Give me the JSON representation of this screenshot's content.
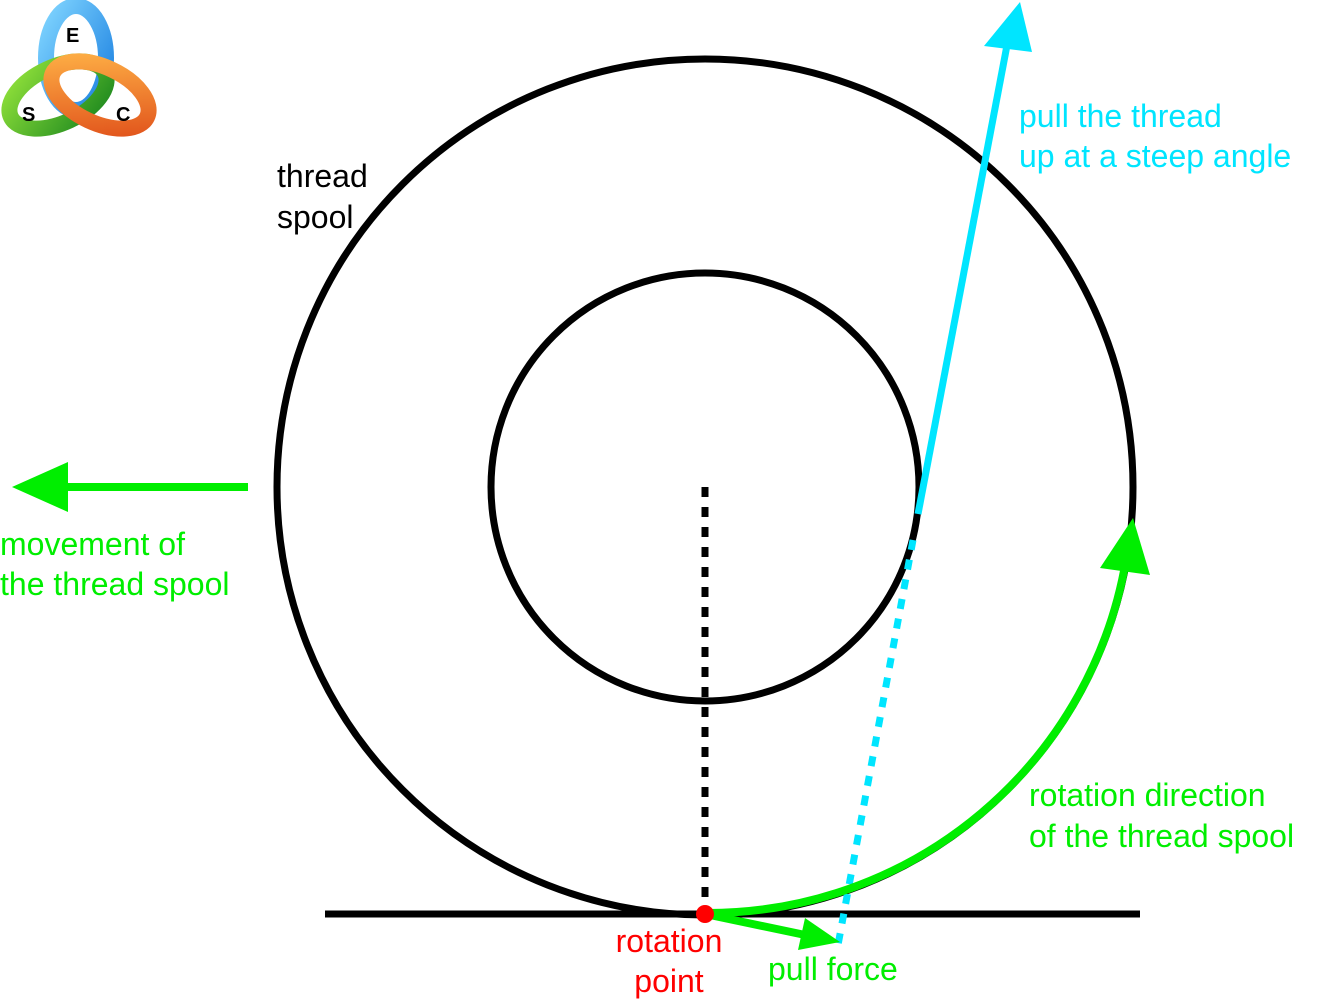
{
  "logo": {
    "letters": [
      "E",
      "S",
      "C"
    ]
  },
  "labels": {
    "thread_spool": [
      "thread",
      "spool"
    ],
    "pull_thread": [
      "pull the thread",
      "up at a steep angle"
    ],
    "movement": [
      "movement of",
      "the thread spool"
    ],
    "rotation_direction": [
      "rotation direction",
      "of the thread spool"
    ],
    "rotation_point": [
      "rotation",
      "point"
    ],
    "pull_force": "pull force"
  },
  "colors": {
    "green": "#00ee00",
    "cyan": "#00e5ff",
    "red": "#ff0000",
    "black": "#000000"
  }
}
